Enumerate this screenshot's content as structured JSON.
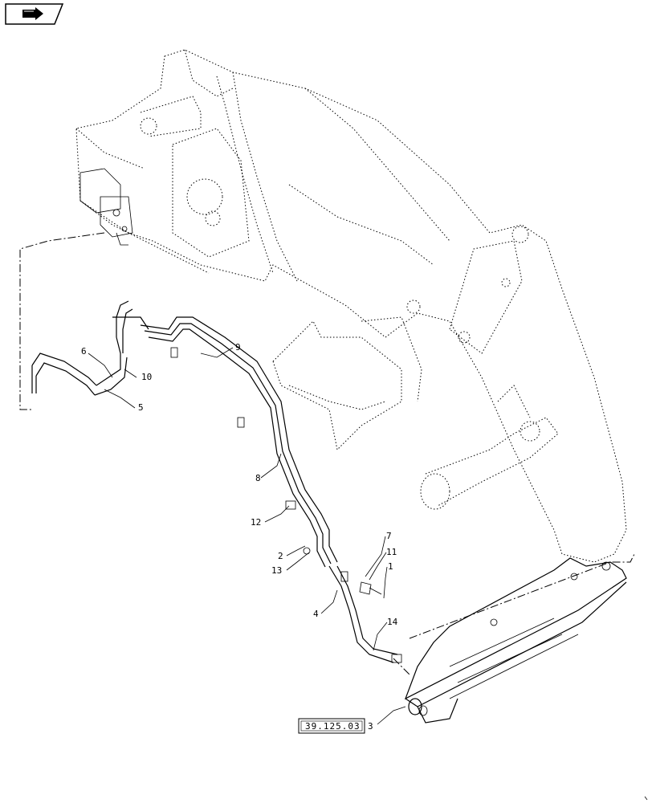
{
  "nav_icon": "next-page-arrow-icon",
  "reference": {
    "code": "39.125.03",
    "item": "3"
  },
  "callouts": [
    {
      "id": "c6",
      "label": "6"
    },
    {
      "id": "c10",
      "label": "10"
    },
    {
      "id": "c5",
      "label": "5"
    },
    {
      "id": "c9",
      "label": "9"
    },
    {
      "id": "c8",
      "label": "8"
    },
    {
      "id": "c12",
      "label": "12"
    },
    {
      "id": "c2",
      "label": "2"
    },
    {
      "id": "c13",
      "label": "13"
    },
    {
      "id": "c7",
      "label": "7"
    },
    {
      "id": "c11",
      "label": "11"
    },
    {
      "id": "c1",
      "label": "1"
    },
    {
      "id": "c4",
      "label": "4"
    },
    {
      "id": "c14",
      "label": "14"
    }
  ]
}
